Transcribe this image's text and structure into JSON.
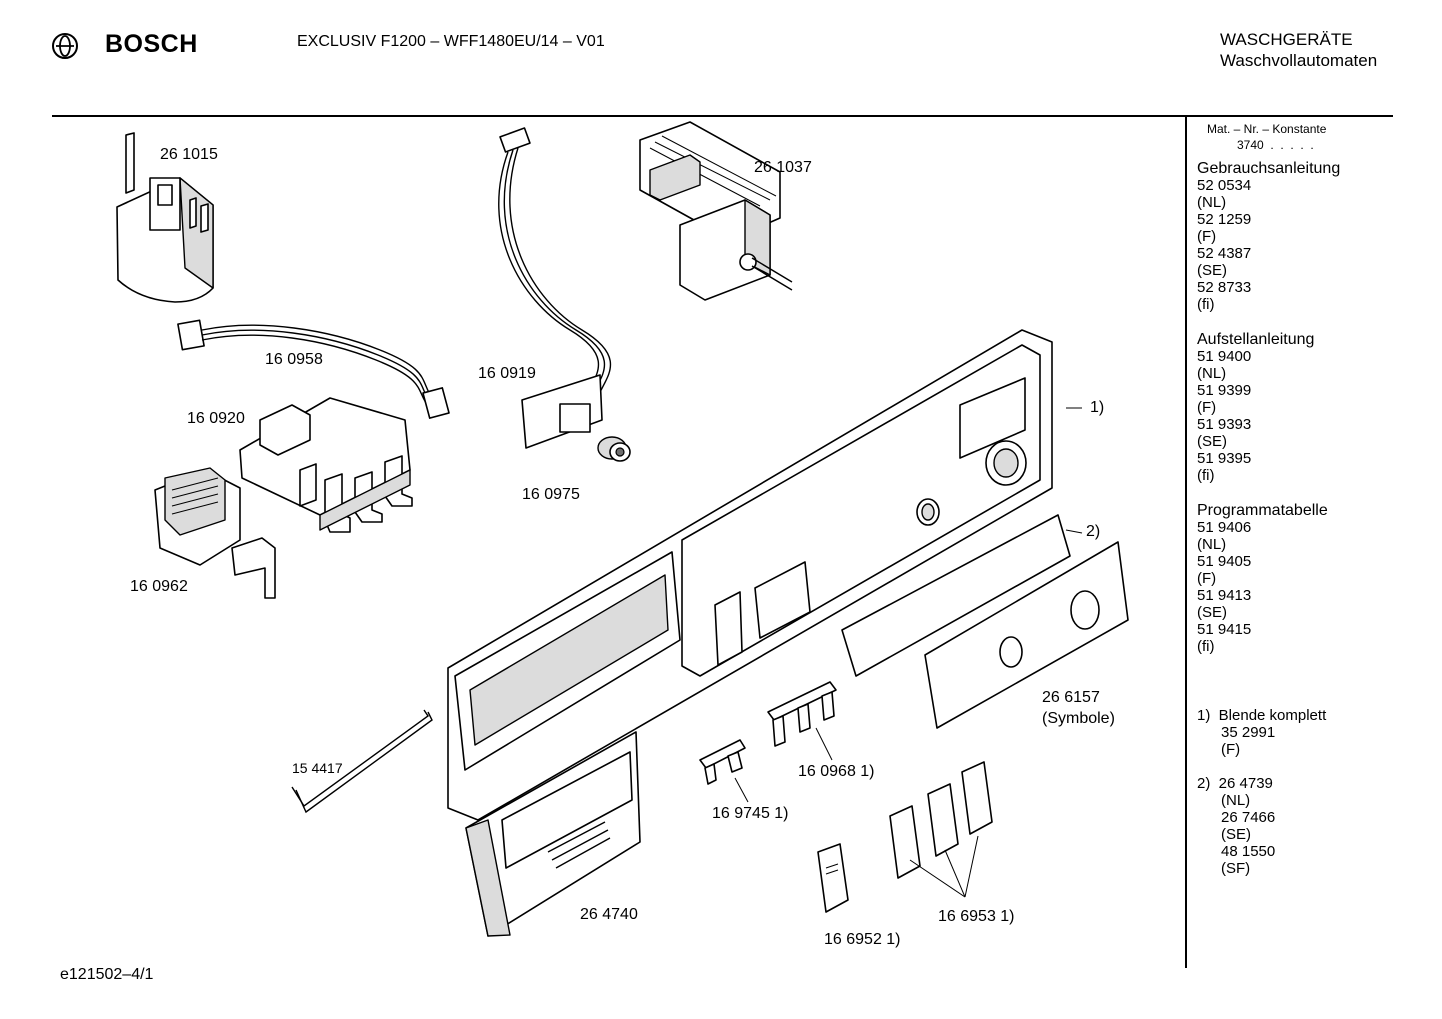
{
  "header": {
    "brand": "BOSCH",
    "model": "EXCLUSIV F1200 – WFF1480EU/14 – V01",
    "category": "WASCHGERÄTE",
    "subcategory": "Waschvollautomaten"
  },
  "parts": {
    "p261015": "26 1015",
    "p261037": "26 1037",
    "p160958": "16 0958",
    "p160919": "16 0919",
    "p160920": "16 0920",
    "p160975": "16 0975",
    "p160962": "16 0962",
    "p154417": "15 4417",
    "p264740": "26 4740",
    "p169745": "16 9745 1)",
    "p160968": "16 0968 1)",
    "p266157": "26 6157",
    "p266157_note": "(Symbole)",
    "p166952": "16 6952 1)",
    "p166953": "16 6953 1)",
    "ref1": "1)",
    "ref2": "2)"
  },
  "sidebar": {
    "mat_header": "Mat. – Nr. – Konstante",
    "mat_value": "3740  .  .  .  .  .",
    "sections": [
      {
        "title": "Gebrauchsanleitung",
        "lines": [
          "52 0534",
          "(NL)",
          "52 1259",
          "(F)",
          "52 4387",
          "(SE)",
          "52 8733",
          "(fi)"
        ]
      },
      {
        "title": "Aufstellanleitung",
        "lines": [
          "51 9400",
          "(NL)",
          "51 9399",
          "(F)",
          "51 9393",
          "(SE)",
          "51 9395",
          "(fi)"
        ]
      },
      {
        "title": "Programmatabelle",
        "lines": [
          "51 9406",
          "(NL)",
          "51 9405",
          "(F)",
          "51 9413",
          "(SE)",
          "51 9415",
          "(fi)"
        ]
      }
    ],
    "note1": {
      "label": "1)  Blende komplett",
      "lines": [
        "35 2991",
        "(F)"
      ]
    },
    "note2": {
      "label": "2)  26 4739",
      "lines": [
        "(NL)",
        "26 7466",
        "(SE)",
        "48 1550",
        "(SF)"
      ]
    }
  },
  "footer": {
    "code": "e121502–4/1"
  }
}
